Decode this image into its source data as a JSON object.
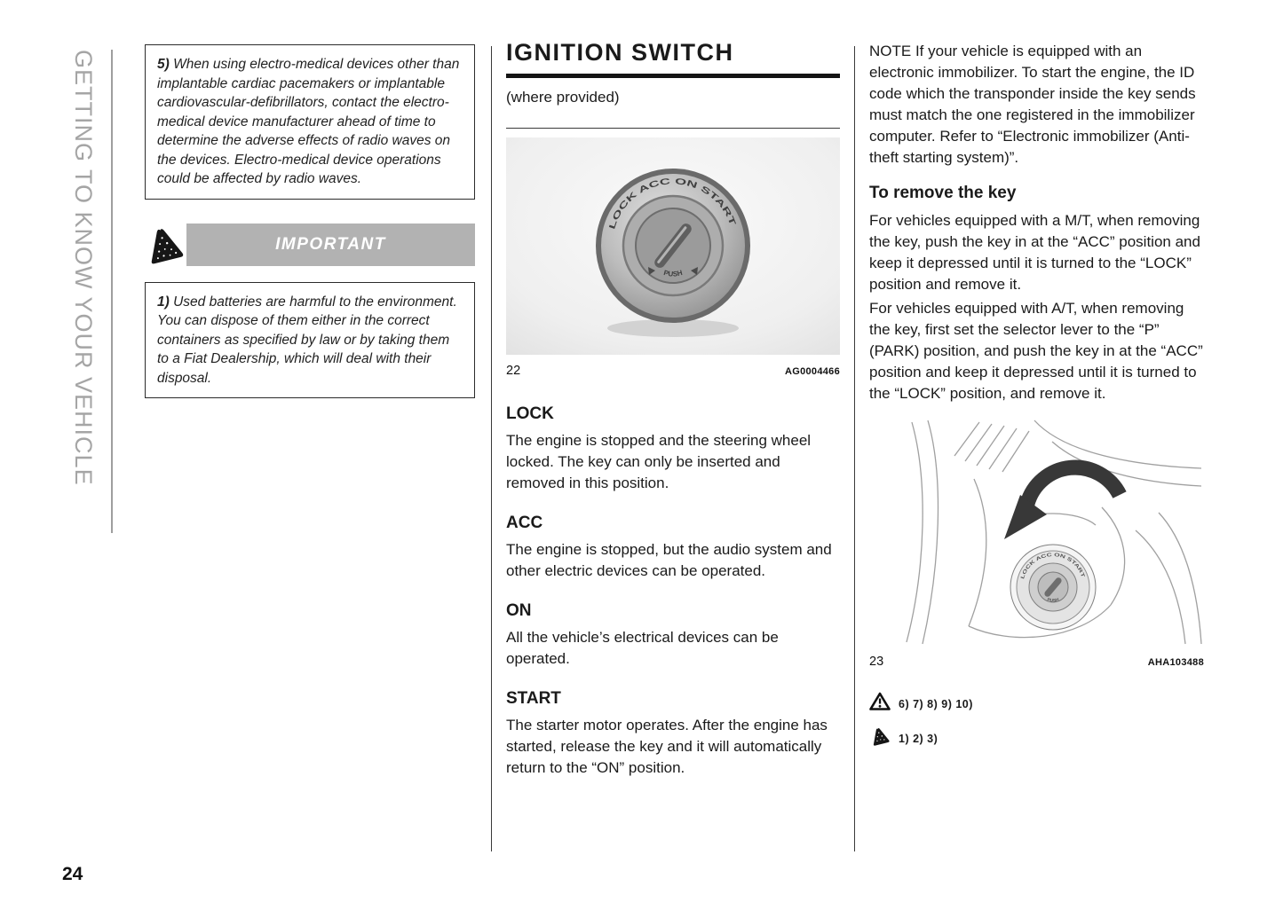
{
  "page": {
    "number": "24",
    "chapter": "GETTING TO KNOW YOUR VEHICLE"
  },
  "left_column": {
    "note5": {
      "ref": "5)",
      "text": "When using electro-medical devices other than implantable cardiac pacemakers or implantable cardiovascular-defibrillators, contact the electro-medical device manufacturer ahead of time to determine the adverse effects of radio waves on the devices. Electro-medical device operations could be affected by radio waves."
    },
    "important_banner": "IMPORTANT",
    "note1": {
      "ref": "1)",
      "text": "Used batteries are harmful to the environment. You can dispose of them either in the correct containers as specified by law or by taking them to a Fiat Dealership, which will deal with their disposal."
    }
  },
  "center_column": {
    "title": "IGNITION SWITCH",
    "subtitle": "(where provided)",
    "figure": {
      "number": "22",
      "code": "AG0004466",
      "dial_labels": "LOCK  ACC  ON  START",
      "push_label": "PUSH"
    },
    "sections": [
      {
        "heading": "LOCK",
        "body": "The engine is stopped and the steering wheel locked. The key can only be inserted and removed in this position."
      },
      {
        "heading": "ACC",
        "body": "The engine is stopped, but the audio system and other electric devices can be operated."
      },
      {
        "heading": "ON",
        "body": "All the vehicle’s electrical devices can be operated."
      },
      {
        "heading": "START",
        "body": "The starter motor operates. After the engine has started, release the key and it will automatically return to the “ON” position."
      }
    ]
  },
  "right_column": {
    "note": "NOTE  If your vehicle is equipped with an electronic immobilizer. To start the engine, the ID code which the transponder inside the key sends must match the one registered in the immobilizer computer. Refer to “Electronic immobilizer (Anti-theft starting system)”.",
    "remove_key": {
      "heading": "To remove the key",
      "paragraph_mt": "For vehicles equipped with a M/T, when removing the key, push the key in at the “ACC” position and keep it depressed until it is turned to the “LOCK” position and remove it.",
      "paragraph_at": "For vehicles equipped with A/T, when removing the key, first set the selector lever to the “P” (PARK) position, and push the key in at the “ACC” position and keep it depressed until it is turned to the “LOCK” position, and remove it."
    },
    "figure": {
      "number": "23",
      "code": "AHA103488",
      "dial_labels": "LOCK ACC ON START",
      "push_label": "PUSH"
    },
    "references": [
      {
        "icon": "warning-triangle-icon",
        "text": "6) 7) 8) 9) 10)"
      },
      {
        "icon": "important-triangle-icon",
        "text": "1) 2) 3)"
      }
    ]
  },
  "colors": {
    "banner_gray": "#b2b2b2",
    "sidebar_gray": "#a5a5a5",
    "text": "#1a1a1a"
  }
}
